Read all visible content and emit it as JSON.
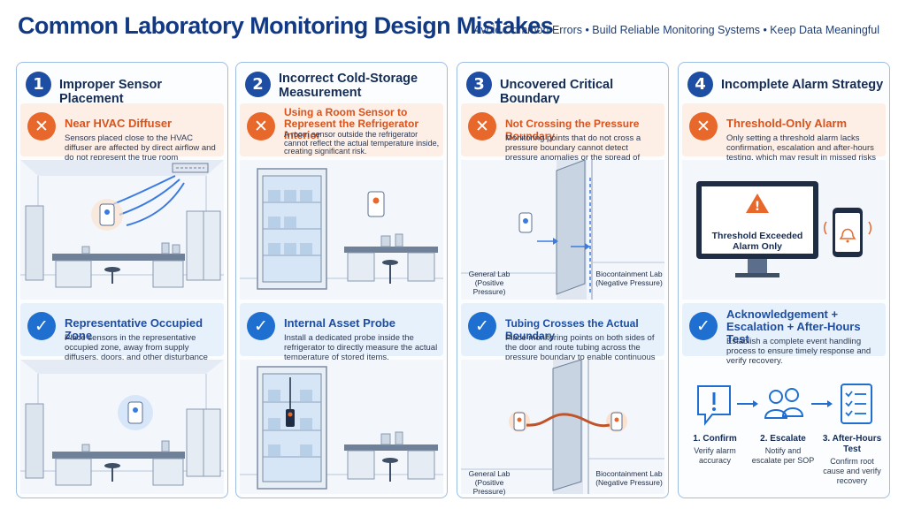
{
  "header": {
    "title": "Common Laboratory Monitoring Design Mistakes",
    "subtitle": "Avoid Common Errors • Build Reliable Monitoring Systems • Keep Data Meaningful"
  },
  "colors": {
    "navy": "#123a84",
    "accent_blue": "#1f6fd1",
    "error_orange": "#e8682c",
    "bad_bg": "#fdeee6",
    "good_bg": "#e7f1fc"
  },
  "cards": [
    {
      "number": "1",
      "title": "Improper Sensor Placement",
      "bad": {
        "icon": "x-circle-icon",
        "title": "Near HVAC Diffuser",
        "text": "Sensors placed close to the HVAC diffuser are affected by direct airflow and do not represent the true room environment."
      },
      "good": {
        "icon": "check-circle-icon",
        "title": "Representative Occupied Zone",
        "text": "Place sensors in the representative occupied zone, away from supply diffusers, doors, and other disturbance sources."
      }
    },
    {
      "number": "2",
      "title": "Incorrect Cold-Storage Measurement",
      "bad": {
        "icon": "x-circle-icon",
        "title": "Using a Room Sensor to Represent the Refrigerator Interior",
        "text": "A room sensor outside the refrigerator cannot reflect the actual temperature inside, creating significant risk."
      },
      "good": {
        "icon": "check-circle-icon",
        "title": "Internal Asset Probe",
        "text": "Install a dedicated probe inside the refrigerator to directly measure the actual temperature of stored items."
      }
    },
    {
      "number": "3",
      "title": "Uncovered Critical Boundary",
      "bad": {
        "icon": "x-circle-icon",
        "title": "Not Crossing the Pressure Boundary",
        "text": "Monitoring points that do not cross a pressure boundary cannot detect pressure anomalies or the spread of contaminants."
      },
      "good": {
        "icon": "check-circle-icon",
        "title": "Tubing Crosses the Actual Boundary",
        "text": "Place monitoring points on both sides of the door and route tubing across the pressure boundary to enable continuous monitoring."
      },
      "labels": {
        "left_top": "General Lab (Positive Pressure)",
        "right_top": "Biocontainment Lab (Negative Pressure)",
        "left_bot": "General Lab (Positive Pressure)",
        "right_bot": "Biocontainment Lab (Negative Pressure)"
      }
    },
    {
      "number": "4",
      "title": "Incomplete Alarm Strategy",
      "bad": {
        "icon": "x-circle-icon",
        "title": "Threshold-Only Alarm",
        "text": "Only setting a threshold alarm lacks confirmation, escalation and after-hours testing, which may result in missed risks and no response."
      },
      "good": {
        "icon": "check-circle-icon",
        "title": "Acknowledgement + Escalation + After-Hours Test",
        "text": "Establish a complete event handling process to ensure timely response and verify recovery."
      },
      "monitor_text": "Threshold Exceeded Alarm Only",
      "steps": [
        {
          "icon": "alert-bubble-icon",
          "title": "1. Confirm",
          "text": "Verify alarm accuracy"
        },
        {
          "icon": "people-icon",
          "title": "2. Escalate",
          "text": "Notify and escalate per SOP"
        },
        {
          "icon": "checklist-icon",
          "title": "3. After-Hours Test",
          "text": "Confirm root cause and verify recovery"
        }
      ]
    }
  ]
}
